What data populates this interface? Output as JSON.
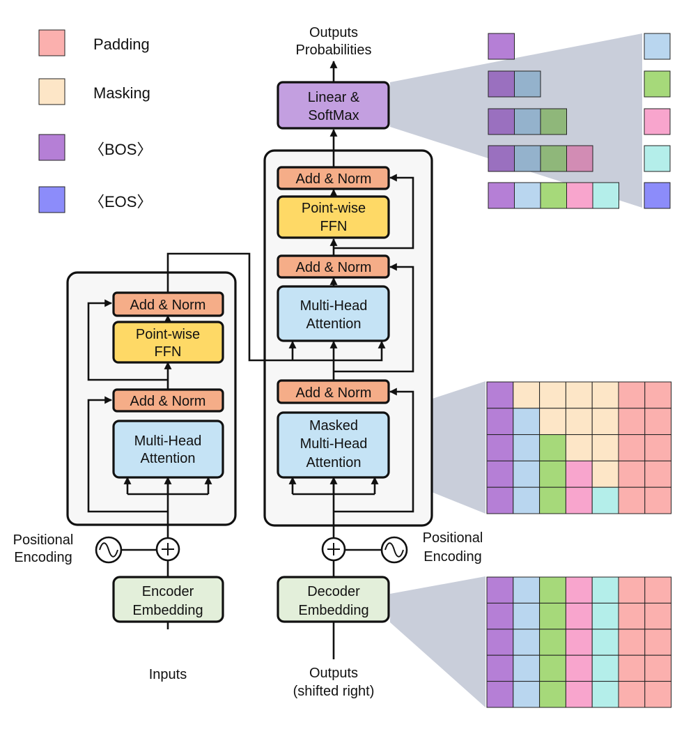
{
  "colors": {
    "padding": "#fbb0ae",
    "masking": "#fde6c7",
    "bos": "#b57fd6",
    "eos": "#8c8cfa",
    "blue": "#b9d6ef",
    "green": "#a6d97a",
    "pink": "#f8a5cd",
    "cyan": "#b4eeea",
    "dark_purple": "#9a70bf",
    "dark_blue": "#94b2cc",
    "dark_green": "#8fb77a",
    "dark_pink": "#d28cb4",
    "attention_fill": "#c5e3f5",
    "ffn_fill": "#fed966",
    "addnorm_fill": "#f5ad88",
    "embedding_fill": "#e3efda",
    "linear_fill": "#c39fe0",
    "container_fill": "#f7f7f7",
    "wedge": "#c9ceda"
  },
  "legend": [
    {
      "label": "Padding",
      "color": "padding"
    },
    {
      "label": "Masking",
      "color": "masking"
    },
    {
      "label": "〈BOS〉",
      "color": "bos"
    },
    {
      "label": "〈EOS〉",
      "color": "eos"
    }
  ],
  "encoder": {
    "add_norm_top": "Add & Norm",
    "ffn": [
      "Point-wise",
      "FFN"
    ],
    "add_norm_bottom": "Add & Norm",
    "attention": [
      "Multi-Head",
      "Attention"
    ],
    "embedding": [
      "Encoder",
      "Embedding"
    ],
    "positional": [
      "Positional",
      "Encoding"
    ],
    "input": "Inputs"
  },
  "decoder": {
    "add_norm_top": "Add & Norm",
    "ffn": [
      "Point-wise",
      "FFN"
    ],
    "add_norm_mid": "Add & Norm",
    "cross_attention": [
      "Multi-Head",
      "Attention"
    ],
    "add_norm_bottom": "Add & Norm",
    "masked_attention": [
      "Masked",
      "Multi-Head",
      "Attention"
    ],
    "embedding": [
      "Decoder",
      "Embedding"
    ],
    "positional": [
      "Positional",
      "Encoding"
    ],
    "input": [
      "Outputs",
      "(shifted right)"
    ],
    "linear": [
      "Linear &",
      "SoftMax"
    ],
    "output": [
      "Outputs",
      "Probabilities"
    ]
  },
  "output_steps": {
    "inputs": [
      [
        "bos"
      ],
      [
        "dark_purple",
        "dark_blue"
      ],
      [
        "dark_purple",
        "dark_blue",
        "dark_green"
      ],
      [
        "dark_purple",
        "dark_blue",
        "dark_green",
        "dark_pink"
      ],
      [
        "bos",
        "blue",
        "green",
        "pink",
        "cyan"
      ]
    ],
    "predictions": [
      "blue",
      "green",
      "pink",
      "cyan",
      "eos"
    ]
  },
  "mask_grid": [
    [
      "bos",
      "masking",
      "masking",
      "masking",
      "masking",
      "padding",
      "padding"
    ],
    [
      "bos",
      "blue",
      "masking",
      "masking",
      "masking",
      "padding",
      "padding"
    ],
    [
      "bos",
      "blue",
      "green",
      "masking",
      "masking",
      "padding",
      "padding"
    ],
    [
      "bos",
      "blue",
      "green",
      "pink",
      "masking",
      "padding",
      "padding"
    ],
    [
      "bos",
      "blue",
      "green",
      "pink",
      "cyan",
      "padding",
      "padding"
    ]
  ],
  "embedding_grid": [
    [
      "bos",
      "blue",
      "green",
      "pink",
      "cyan",
      "padding",
      "padding"
    ],
    [
      "bos",
      "blue",
      "green",
      "pink",
      "cyan",
      "padding",
      "padding"
    ],
    [
      "bos",
      "blue",
      "green",
      "pink",
      "cyan",
      "padding",
      "padding"
    ],
    [
      "bos",
      "blue",
      "green",
      "pink",
      "cyan",
      "padding",
      "padding"
    ],
    [
      "bos",
      "blue",
      "green",
      "pink",
      "cyan",
      "padding",
      "padding"
    ]
  ]
}
